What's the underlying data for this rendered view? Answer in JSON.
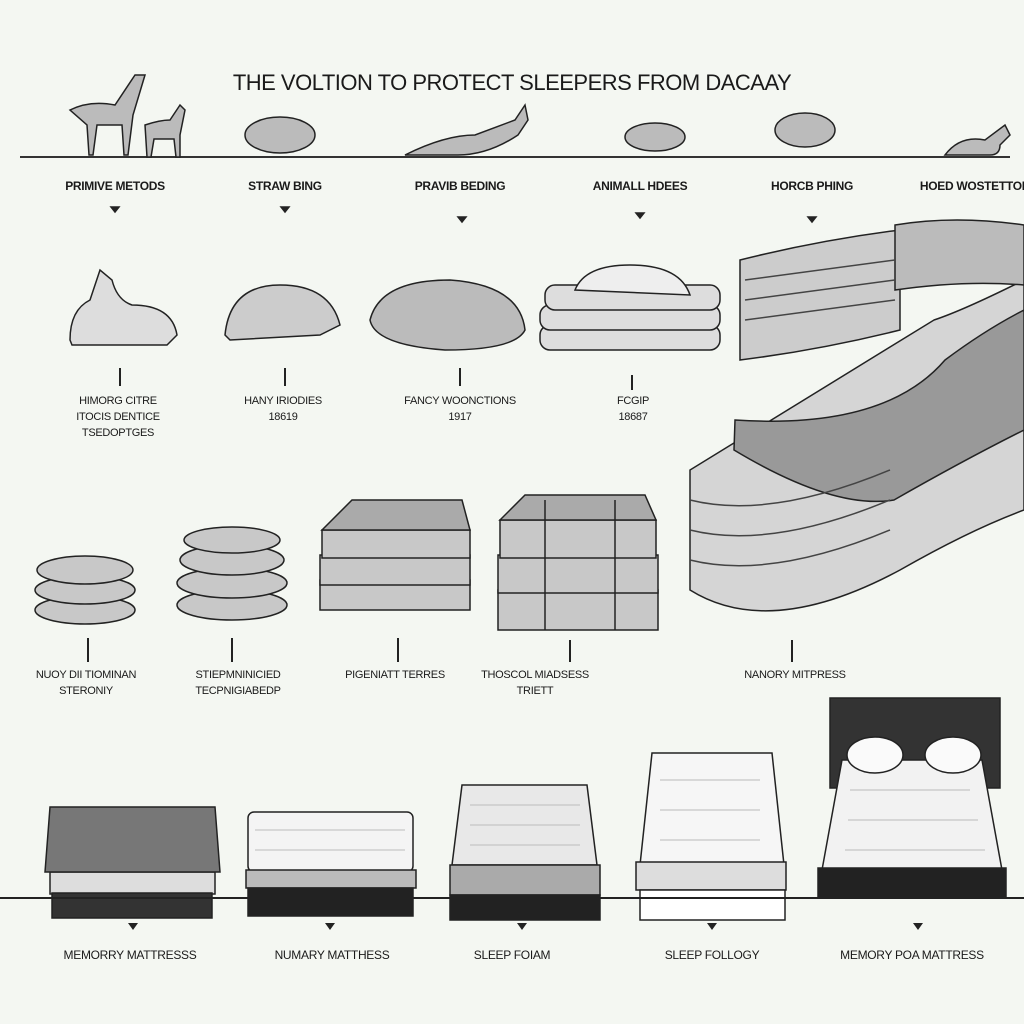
{
  "title": "THE VOLTION TO PROTECT SLEEPERS FROM DACAAY",
  "top_stages": [
    {
      "label": "PRIMIVE METODS"
    },
    {
      "label": "STRAW BING"
    },
    {
      "label": "PRAVIB BEDING"
    },
    {
      "label": "ANIMALL HDEES"
    },
    {
      "label": "HORCB PHING"
    },
    {
      "label": "HOED WOSTETTON"
    }
  ],
  "row1_captions": [
    {
      "lines": [
        "HIMORG CITRE",
        "ITOCIS DENTICE",
        "TSEDOPTGES"
      ]
    },
    {
      "lines": [
        "HANY IRIODIES",
        "18619"
      ]
    },
    {
      "lines": [
        "FANCY WOONCTIONS",
        "1917"
      ]
    },
    {
      "lines": [
        "FCGIP",
        "18687"
      ]
    }
  ],
  "row2_captions": [
    {
      "lines": [
        "NUOY DII TIOMINAN",
        "STERONIY"
      ]
    },
    {
      "lines": [
        "STIEPMNINICIED",
        "TECPNIGIABEDP"
      ]
    },
    {
      "lines": [
        "PIGENIATT TERRES"
      ]
    },
    {
      "lines": [
        "THOSCOL MIADSESS",
        "TRIETT"
      ]
    },
    {
      "lines": [
        "NANORY MITPRESS"
      ]
    }
  ],
  "row3_captions": [
    {
      "label": "MEMORRY MATTRESSS"
    },
    {
      "label": "NUMARY MATTHESS"
    },
    {
      "label": "SLEEP FOIAM"
    },
    {
      "label": "SLEEP FOLLOGY"
    },
    {
      "label": "MEMORY POA MATTRESS"
    }
  ],
  "colors": {
    "background": "#f4f7f2",
    "ink": "#1a1a1a"
  }
}
